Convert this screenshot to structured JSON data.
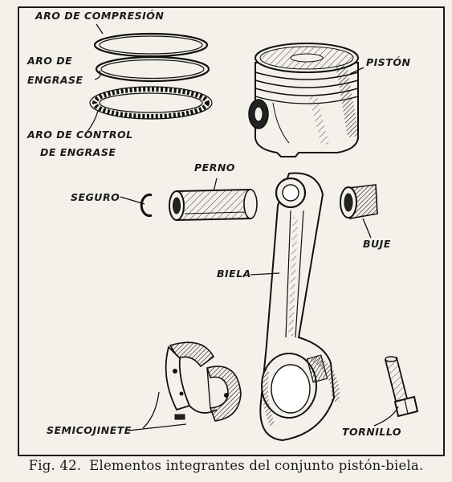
{
  "labels": {
    "aro_compresion": "ARO DE COMPRESIÓN",
    "aro_engrase_1": "ARO DE",
    "aro_engrase_2": "ENGRASE",
    "aro_control_1": "ARO DE CONTROL",
    "aro_control_2": "DE ENGRASE",
    "piston": "PISTÓN",
    "perno": "PERNO",
    "seguro": "SEGURO",
    "buje": "BUJE",
    "biela": "BIELA",
    "semicojinete": "SEMICOJINETE",
    "tornillo": "TORNILLO"
  },
  "caption": {
    "figure": "Fig. 42.",
    "text": "Elementos integrantes del conjunto pistón-biela."
  }
}
